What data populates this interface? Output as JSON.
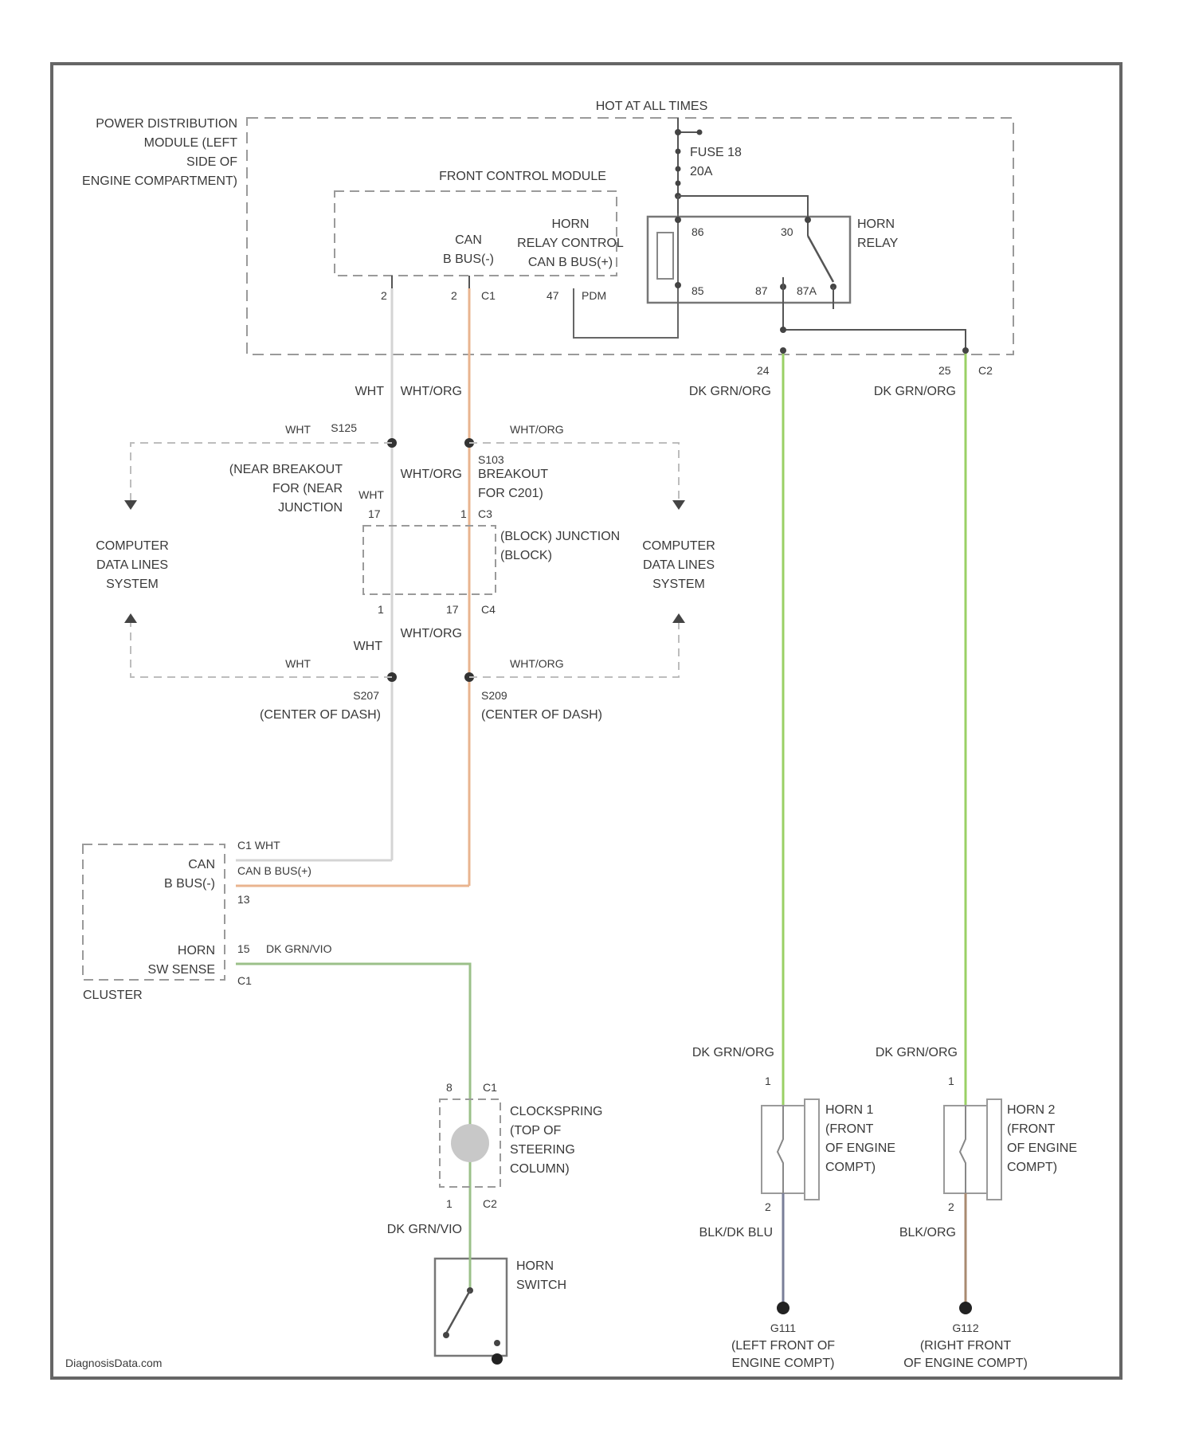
{
  "pdm": {
    "label": [
      "POWER DISTRIBUTION",
      "MODULE (LEFT",
      "SIDE OF",
      "ENGINE COMPARTMENT)"
    ],
    "hot": "HOT AT ALL TIMES",
    "fuse": [
      "FUSE 18",
      "20A"
    ]
  },
  "fcm": {
    "title": "FRONT CONTROL MODULE",
    "can": [
      "CAN",
      "B BUS(-)"
    ],
    "horn_ctrl": [
      "HORN",
      "RELAY CONTROL",
      "CAN B BUS(+)"
    ],
    "pins": {
      "p1": "2",
      "p2": "2",
      "c1": "C1",
      "p47": "47",
      "c_pdm": "PDM"
    }
  },
  "relay": {
    "label": [
      "HORN",
      "RELAY"
    ],
    "terms": {
      "t86": "86",
      "t30": "30",
      "t85": "85",
      "t87": "87",
      "t87a": "87A"
    }
  },
  "wires": {
    "wht": "WHT",
    "wht_org": "WHT/ORG",
    "org": "ORG",
    "dkgrn_org": "DK GRN/ORG",
    "dkgrn_vio": "DK GRN/VIO",
    "blk_dkblu": "BLK/DK BLU",
    "blk_org": "BLK/ORG"
  },
  "pins": {
    "p24": "24",
    "p25": "25",
    "c2": "C2",
    "p17a": "17",
    "c3": "C3",
    "p1a": "1",
    "p17b": "17",
    "c4": "C4",
    "p13": "13",
    "c13": "C3",
    "p15": "15",
    "c1b": "C1",
    "cs8": "8",
    "cs_c1": "C1",
    "cs1": "1",
    "cs_c2": "C2",
    "h1": "1",
    "h1b": "2",
    "h2": "1",
    "h2b": "2"
  },
  "splices": {
    "s125": "S125",
    "s103": "S103",
    "near_breakout": [
      "(NEAR BREAKOUT",
      "FOR (NEAR",
      "JUNCTION"
    ],
    "breakout": [
      "BREAKOUT",
      "FOR C201)"
    ],
    "s207": "S207",
    "s209": "S209",
    "s207_loc": "(CENTER OF DASH)",
    "s209_loc": "(CENTER OF DASH)"
  },
  "jb": {
    "label": [
      "(BLOCK) JUNCTION",
      "(BLOCK)"
    ]
  },
  "cdl": {
    "label": [
      "COMPUTER",
      "DATA LINES",
      "SYSTEM"
    ]
  },
  "cluster": {
    "can": "CAN",
    "bbus": "B BUS(-)",
    "wht_pin": "C1 WHT",
    "can_bus_plus": "CAN B BUS(+)",
    "horn": "HORN",
    "sw_sense": "SW SENSE",
    "name": "CLUSTER"
  },
  "clockspring": {
    "label": [
      "CLOCKSPRING",
      "(TOP OF",
      "STEERING",
      "COLUMN)"
    ]
  },
  "horn1": {
    "label": [
      "HORN 1",
      "(FRONT",
      "OF ENGINE",
      "COMPT)"
    ]
  },
  "horn2": {
    "label": [
      "HORN 2",
      "(FRONT",
      "OF ENGINE",
      "COMPT)"
    ]
  },
  "horn_switch": {
    "label": [
      "HORN",
      "SWITCH"
    ]
  },
  "grounds": {
    "g111": "G111",
    "g112": "G112",
    "g111_loc": [
      "(LEFT FRONT OF",
      "ENGINE COMPT)"
    ],
    "g112_loc": [
      "(RIGHT FRONT",
      "OF ENGINE COMPT)"
    ]
  },
  "watermark": "DiagnosisData.com",
  "colors": {
    "line": "#555555",
    "dash": "#9a9a9a",
    "wht_wire": "#d4d4d4",
    "org_wire": "#e9b48f",
    "grn_wire": "#9ad065",
    "blu_wire": "#7a7f98",
    "brn_wire": "#a88a70"
  }
}
